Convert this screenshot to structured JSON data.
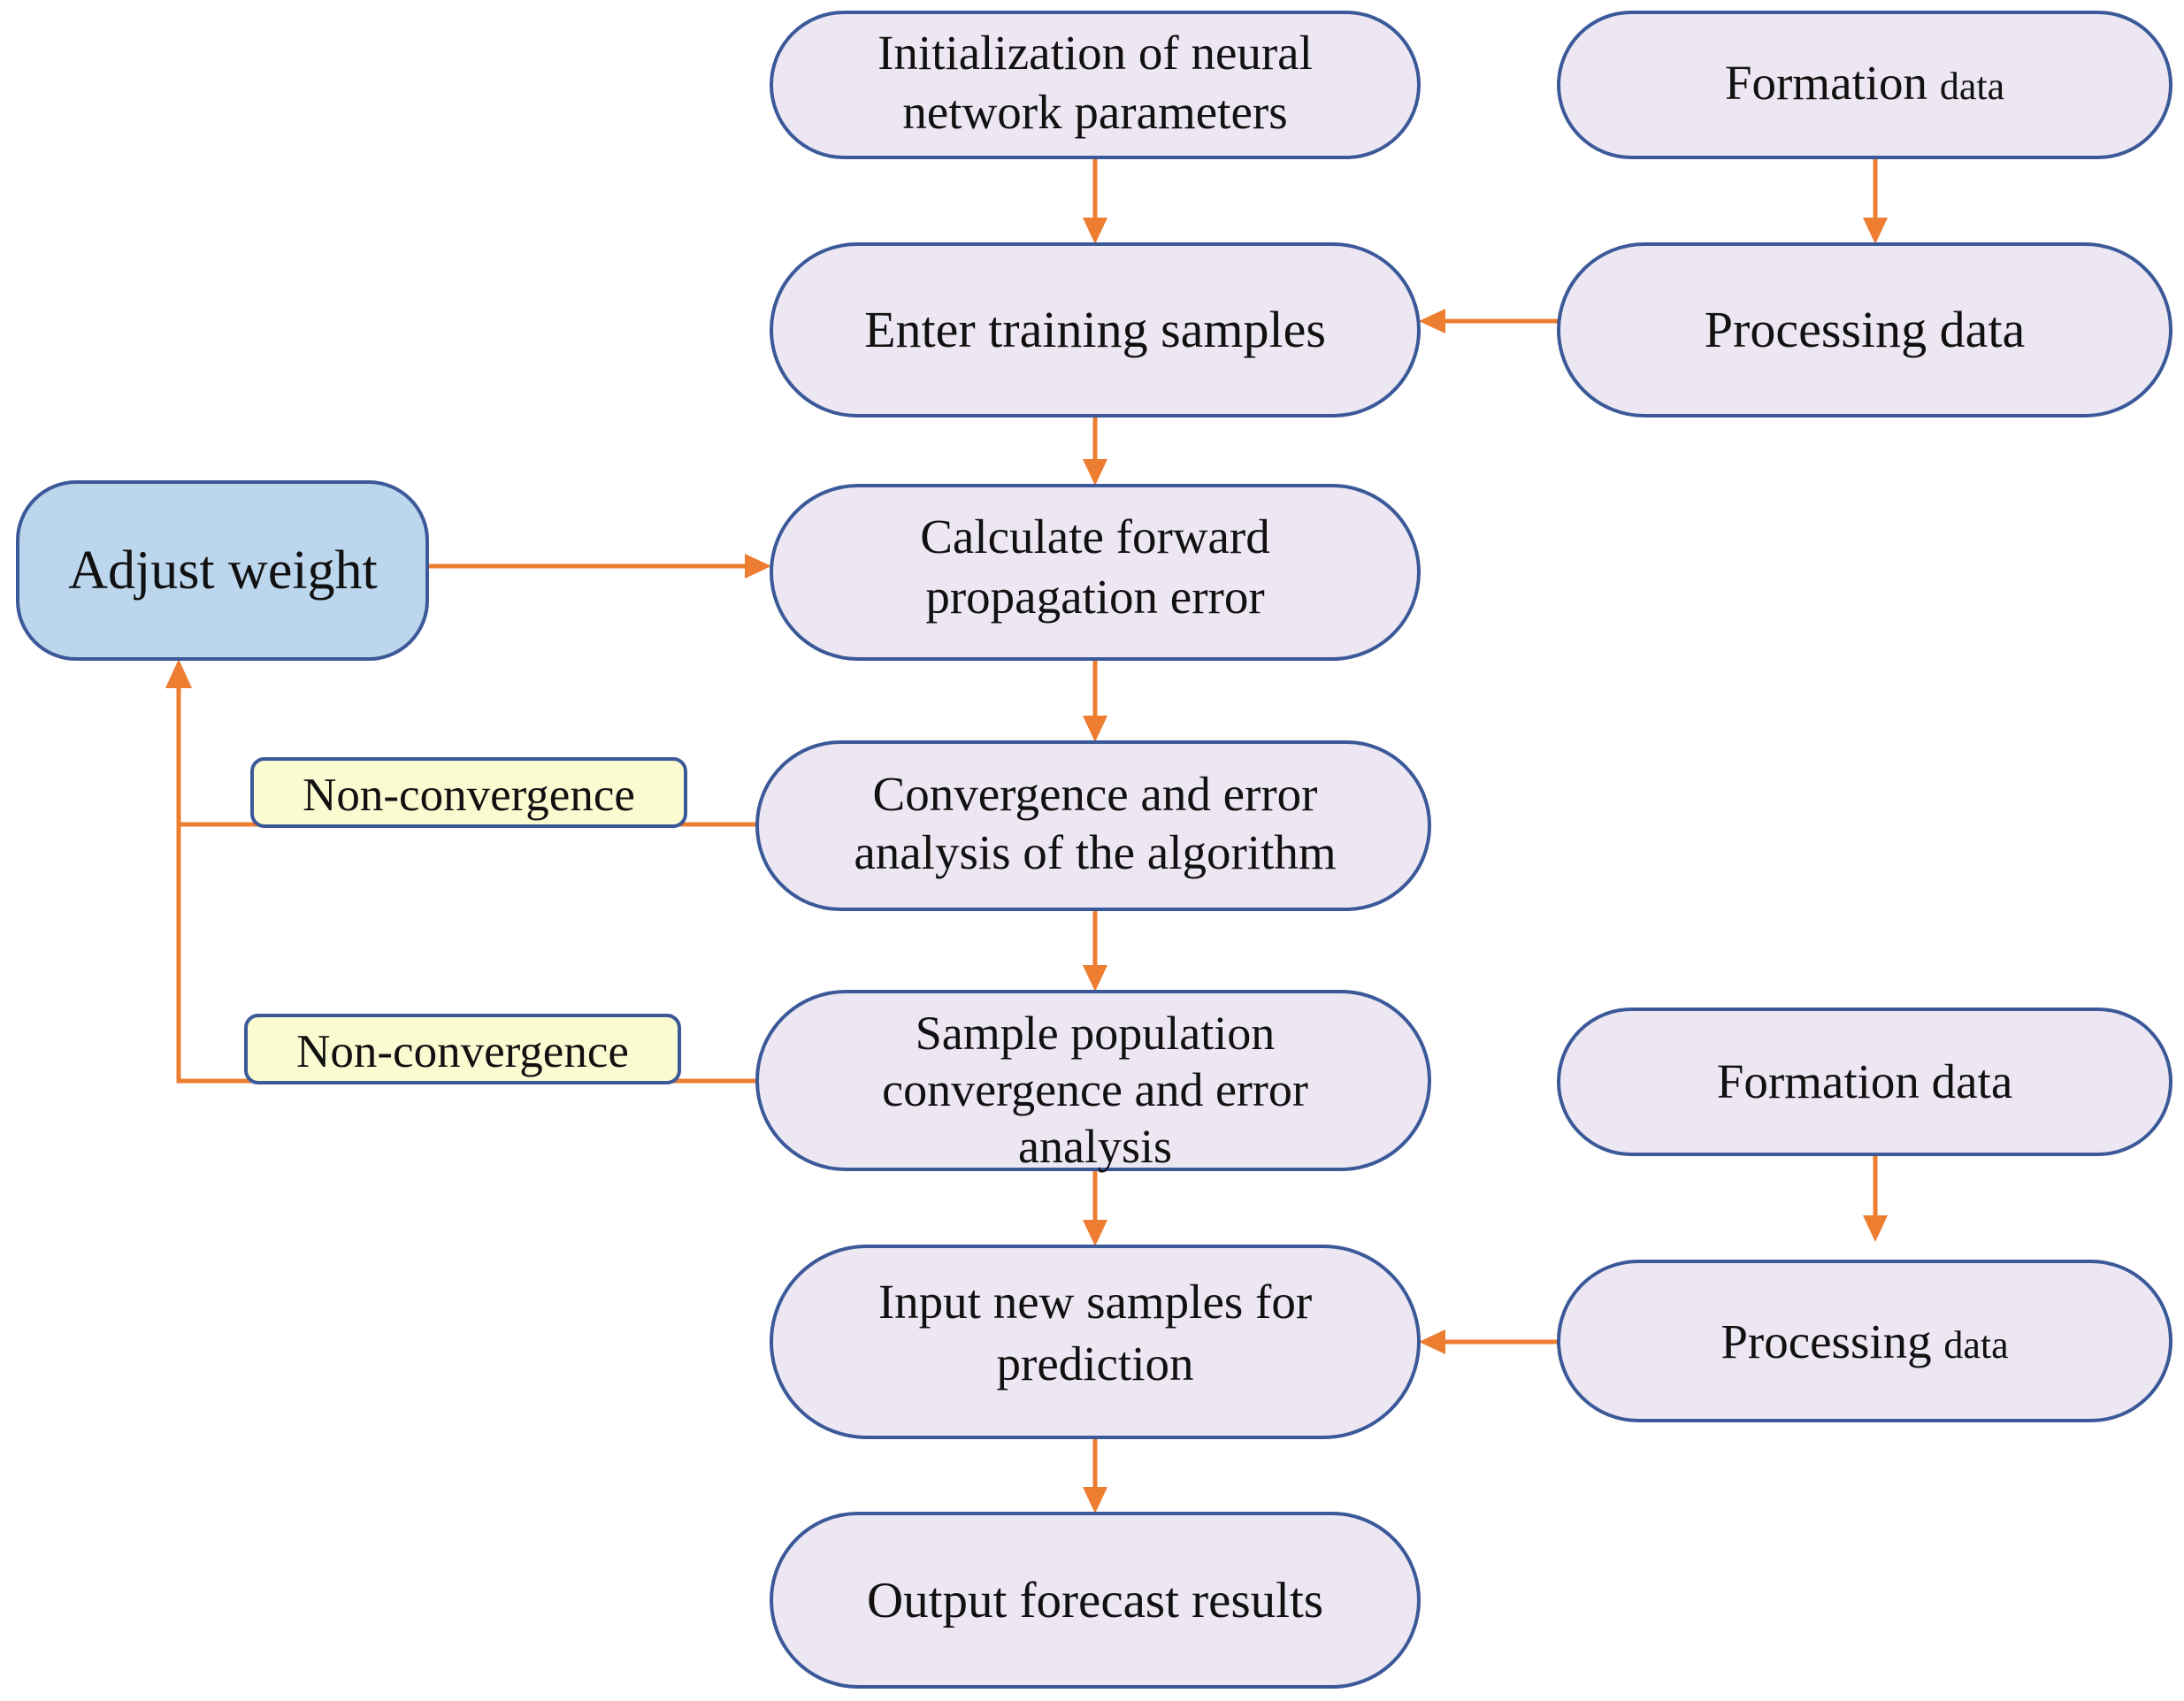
{
  "diagram": {
    "title": "BP neural network training and prediction flowchart",
    "colors": {
      "node_fill": "#ece7f3",
      "node_stroke": "#3b5998",
      "accent_fill": "#bcd6ed",
      "label_fill": "#fbfbd2",
      "arrow": "#ed7d31",
      "text": "#111111",
      "background": "#ffffff"
    },
    "nodes": [
      {
        "id": "init",
        "shape": "rounded-rectangle",
        "style": "default",
        "lines": [
          "Initialization of neural",
          "network parameters"
        ],
        "text": "Initialization of neural network parameters"
      },
      {
        "id": "formation-data-top",
        "shape": "rounded-rectangle",
        "style": "default",
        "lines": [
          "Formation data"
        ],
        "text": "Formation data",
        "small_tail": "data"
      },
      {
        "id": "enter-training-samples",
        "shape": "rounded-rectangle",
        "style": "default",
        "lines": [
          "Enter training samples"
        ],
        "text": "Enter training samples"
      },
      {
        "id": "processing-data-top",
        "shape": "rounded-rectangle",
        "style": "default",
        "lines": [
          "Processing data"
        ],
        "text": "Processing data"
      },
      {
        "id": "adjust-weight",
        "shape": "rounded-rectangle",
        "style": "accent",
        "lines": [
          "Adjust weight"
        ],
        "text": "Adjust weight"
      },
      {
        "id": "calculate-forward-propagation-error",
        "shape": "rounded-rectangle",
        "style": "default",
        "lines": [
          "Calculate forward",
          "propagation error"
        ],
        "text": "Calculate forward propagation error"
      },
      {
        "id": "convergence-error-analysis",
        "shape": "rounded-rectangle",
        "style": "default",
        "lines": [
          "Convergence and error",
          "analysis of the algorithm"
        ],
        "text": "Convergence and error analysis of the algorithm"
      },
      {
        "id": "sample-population-analysis",
        "shape": "rounded-rectangle",
        "style": "default",
        "lines": [
          "Sample population",
          "convergence and error",
          "analysis"
        ],
        "text": "Sample population convergence and error analysis"
      },
      {
        "id": "formation-data-bottom",
        "shape": "rounded-rectangle",
        "style": "default",
        "lines": [
          "Formation data"
        ],
        "text": "Formation data"
      },
      {
        "id": "input-new-samples",
        "shape": "rounded-rectangle",
        "style": "default",
        "lines": [
          "Input new samples for",
          "prediction"
        ],
        "text": "Input new samples for prediction"
      },
      {
        "id": "processing-data-bottom",
        "shape": "rounded-rectangle",
        "style": "default",
        "lines": [
          "Processing data"
        ],
        "text": "Processing data",
        "small_tail": "data"
      },
      {
        "id": "output-forecast-results",
        "shape": "rounded-rectangle",
        "style": "default",
        "lines": [
          "Output forecast results"
        ],
        "text": "Output forecast results"
      }
    ],
    "edge_labels": [
      {
        "id": "non-convergence-1",
        "text": "Non-convergence"
      },
      {
        "id": "non-convergence-2",
        "text": "Non-convergence"
      }
    ],
    "edges": [
      {
        "from": "init",
        "to": "enter-training-samples",
        "label": ""
      },
      {
        "from": "formation-data-top",
        "to": "processing-data-top",
        "label": ""
      },
      {
        "from": "processing-data-top",
        "to": "enter-training-samples",
        "label": ""
      },
      {
        "from": "enter-training-samples",
        "to": "calculate-forward-propagation-error",
        "label": ""
      },
      {
        "from": "adjust-weight",
        "to": "calculate-forward-propagation-error",
        "label": ""
      },
      {
        "from": "calculate-forward-propagation-error",
        "to": "convergence-error-analysis",
        "label": ""
      },
      {
        "from": "convergence-error-analysis",
        "to": "adjust-weight",
        "label": "Non-convergence"
      },
      {
        "from": "convergence-error-analysis",
        "to": "sample-population-analysis",
        "label": ""
      },
      {
        "from": "sample-population-analysis",
        "to": "adjust-weight",
        "label": "Non-convergence"
      },
      {
        "from": "sample-population-analysis",
        "to": "input-new-samples",
        "label": ""
      },
      {
        "from": "formation-data-bottom",
        "to": "processing-data-bottom",
        "label": ""
      },
      {
        "from": "processing-data-bottom",
        "to": "input-new-samples",
        "label": ""
      },
      {
        "from": "input-new-samples",
        "to": "output-forecast-results",
        "label": ""
      }
    ]
  }
}
